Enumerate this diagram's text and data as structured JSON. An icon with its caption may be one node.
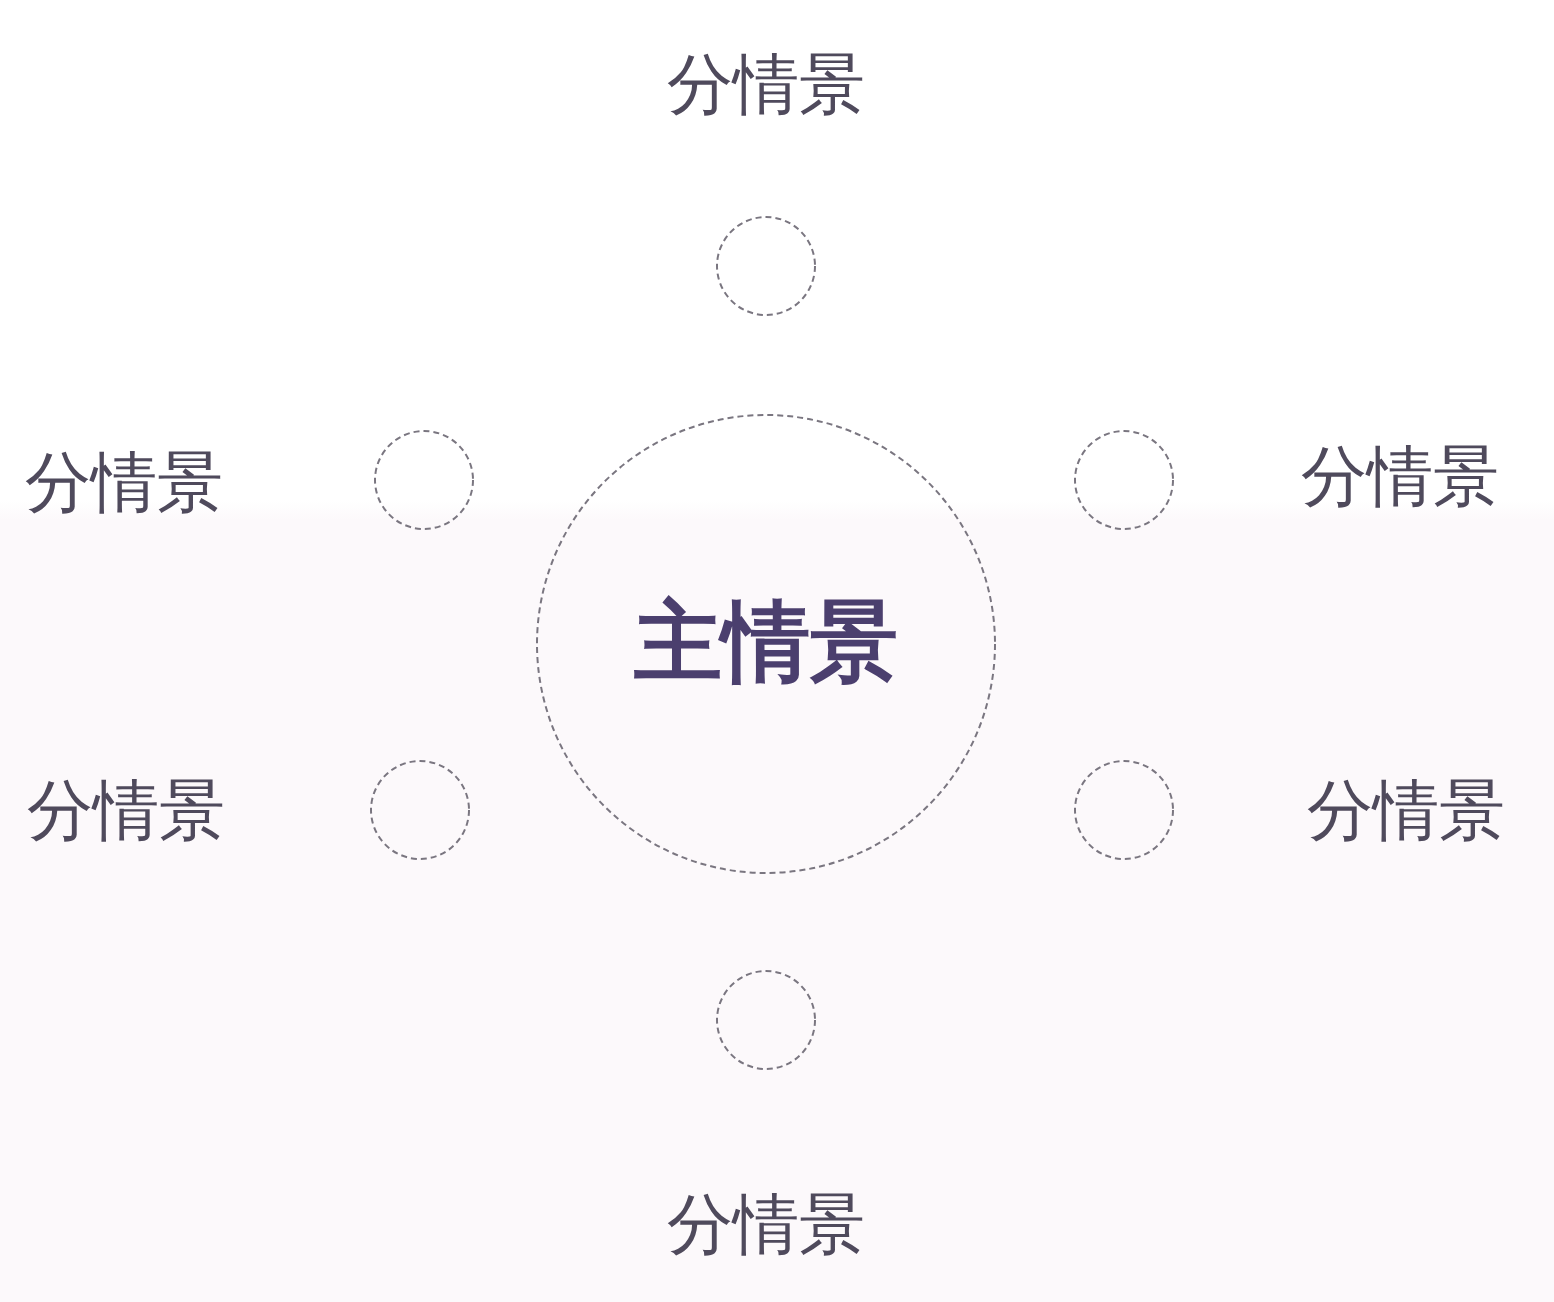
{
  "diagram": {
    "nodes": [
      {
        "text": [],
        "shape": "circle",
        "beside": [
          "分情景"
        ]
      },
      {
        "text": [],
        "shape": "circle",
        "beside": [
          "分情景"
        ]
      },
      {
        "text": [],
        "shape": "circle",
        "beside": [
          "分情景"
        ]
      },
      {
        "text": [
          "主情景"
        ]
      },
      {
        "text": [],
        "shape": "circle",
        "beside": [
          "分情景"
        ]
      },
      {
        "text": [],
        "shape": "circle",
        "beside": [
          "分情景"
        ]
      },
      {
        "text": [],
        "shape": "circle",
        "beside": [
          "分情景"
        ]
      }
    ]
  }
}
